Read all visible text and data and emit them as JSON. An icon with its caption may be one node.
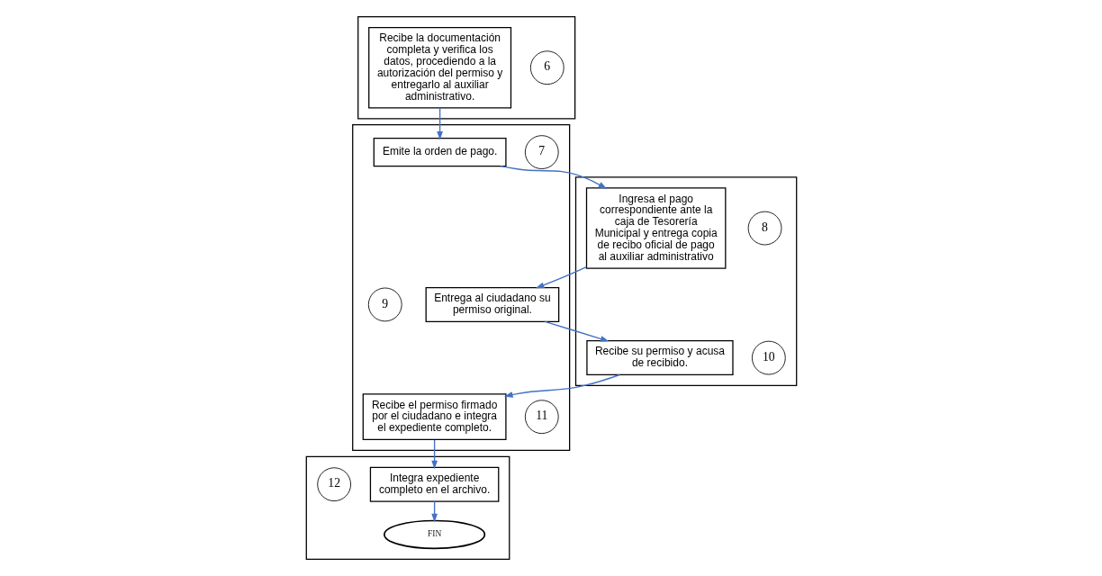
{
  "diagram": {
    "nodes": [
      {
        "text": [],
        "shape": "box"
      },
      {
        "text": [],
        "shape": "box"
      },
      {
        "text": [],
        "shape": "box"
      },
      {
        "text": [],
        "shape": "box"
      },
      {
        "text": [
          "6"
        ],
        "in": 0
      },
      {
        "text": [
          "Recibe la documentación completa y verifica los datos, procediendo a la autorización del permiso y entregarlo al auxiliar administrativo."
        ],
        "in": 0
      },
      {
        "text": [
          "7"
        ],
        "in": 1
      },
      {
        "text": [
          "Emite la orden de pago."
        ],
        "in": 1
      },
      {
        "text": [
          "8"
        ],
        "in": 2
      },
      {
        "text": [
          "Ingresa el pago correspondiente ante la caja de Tesorería Municipal y entrega copia de recibo oficial de pago al auxiliar administrativo"
        ],
        "in": 2
      },
      {
        "text": [
          "Entrega al ciudadano su permiso original."
        ],
        "in": 1
      },
      {
        "text": [
          "9"
        ],
        "in": 1
      },
      {
        "text": [
          "10"
        ],
        "in": 2
      },
      {
        "text": [
          "Recibe su permiso y acusa de recibido."
        ],
        "in": 2
      },
      {
        "text": [
          "11"
        ],
        "in": 1
      },
      {
        "text": [
          "Recibe el permiso firmado por el ciudadano e integra el expediente completo."
        ],
        "in": 1
      },
      {
        "text": [
          "Integra expediente completo en el archivo."
        ],
        "in": 3
      },
      {
        "text": [
          "12"
        ],
        "in": 3
      },
      {
        "text": [
          "FIN"
        ],
        "in": 3
      }
    ],
    "edges": [
      {
        "from": 5,
        "to": 7,
        "arrow": "to"
      },
      {
        "from": 7,
        "to": 9,
        "arrow": "to"
      },
      {
        "from": 9,
        "to": 10,
        "arrow": "to"
      },
      {
        "from": 10,
        "to": 13,
        "arrow": "to"
      },
      {
        "from": 13,
        "to": 15,
        "arrow": "to"
      },
      {
        "from": 15,
        "to": 16,
        "arrow": "to"
      },
      {
        "from": 16,
        "to": 18,
        "arrow": "to"
      }
    ]
  }
}
